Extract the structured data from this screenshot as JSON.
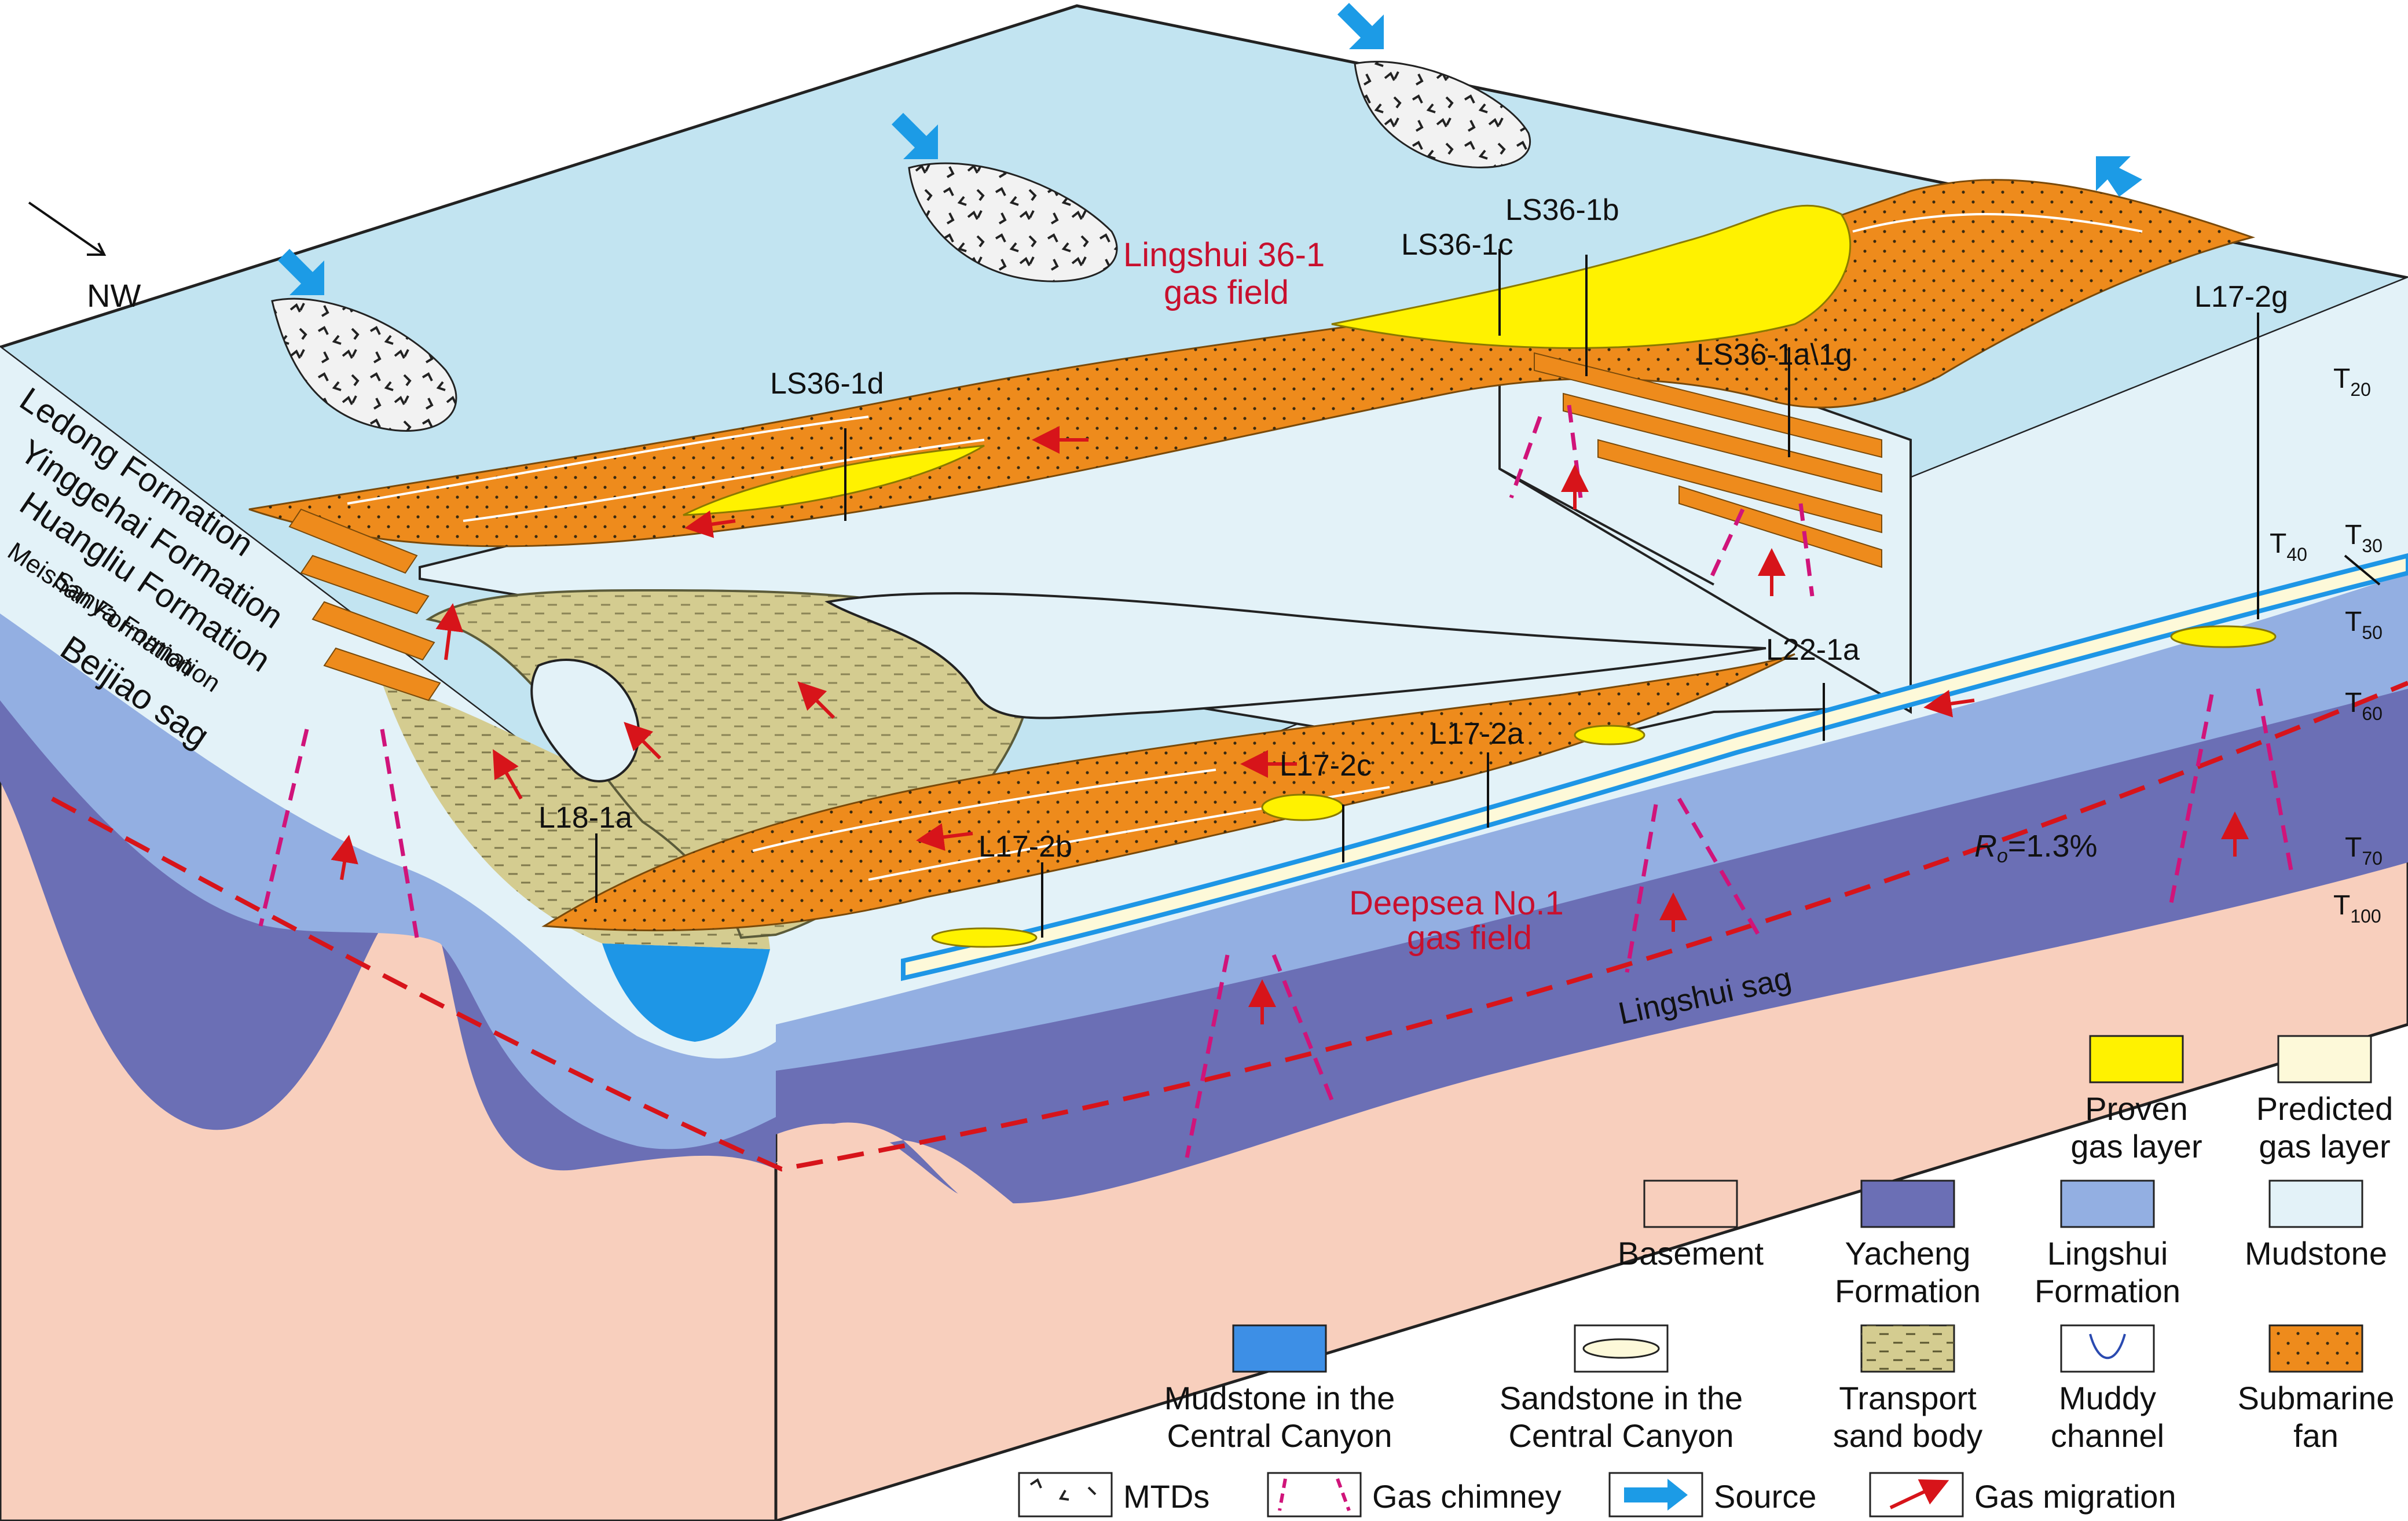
{
  "orientation": {
    "label": "NW"
  },
  "fields": {
    "lingshui": {
      "line1": "Lingshui 36-1",
      "line2": "gas field"
    },
    "deepsea": {
      "line1": "Deepsea No.1",
      "line2": "gas field"
    }
  },
  "wells": {
    "ls36_1b": "LS36-1b",
    "ls36_1c": "LS36-1c",
    "ls36_1a_1g": "LS36-1a\\1g",
    "ls36_1d": "LS36-1d",
    "l17_2g": "L17-2g",
    "l22_1a": "L22-1a",
    "l17_2a": "L17-2a",
    "l17_2c": "L17-2c",
    "l18_1a": "L18-1a",
    "l17_2b": "L17-2b"
  },
  "formations": {
    "ledong": "Ledong Formation",
    "yinggehai": "Yinggehai Formation",
    "huangliu": "Huangliu Formation",
    "meishan": "Meishan Formation",
    "sanya": "Sanya Formation"
  },
  "sags": {
    "beijiao": "Beijiao sag",
    "lingshui": "Lingshui sag"
  },
  "ro": {
    "symbol": "R",
    "sub": "o",
    "value": "=1.3%"
  },
  "surfaces": {
    "t20": {
      "t": "T",
      "n": "20"
    },
    "t30": {
      "t": "T",
      "n": "30"
    },
    "t40": {
      "t": "T",
      "n": "40"
    },
    "t50": {
      "t": "T",
      "n": "50"
    },
    "t60": {
      "t": "T",
      "n": "60"
    },
    "t70": {
      "t": "T",
      "n": "70"
    },
    "t100": {
      "t": "T",
      "n": "100"
    }
  },
  "legend": {
    "proven": [
      "Proven",
      "gas layer"
    ],
    "predicted": [
      "Predicted",
      "gas layer"
    ],
    "basement": [
      "Basement"
    ],
    "yacheng": [
      "Yacheng",
      "Formation"
    ],
    "lingshui_fm": [
      "Lingshui",
      "Formation"
    ],
    "mudstone": [
      "Mudstone"
    ],
    "mud_canyon": [
      "Mudstone in the",
      "Central Canyon"
    ],
    "sand_canyon": [
      "Sandstone in the",
      "Central Canyon"
    ],
    "transport": [
      "Transport",
      "sand body"
    ],
    "muddy_channel": [
      "Muddy",
      "channel"
    ],
    "fan": [
      "Submarine",
      "fan"
    ],
    "mtds": "MTDs",
    "chimney": "Gas chimney",
    "source": "Source",
    "migration": "Gas migration"
  },
  "colors": {
    "sea": "#bfe3f0",
    "basement": "#f8cfbd",
    "yacheng": "#6b6fb5",
    "lingshui_fm": "#93afe2",
    "mudstone": "#e3f2f8",
    "canyon_mud": "#1e96e6",
    "transport_sand": "#d4cc90",
    "fan": "#ee8b1c",
    "proven_gas": "#fff200",
    "predicted_gas": "#fdf9d9",
    "chimney": "#d0147a",
    "migration": "#d7141a",
    "source_arrow": "#1c9be6"
  }
}
